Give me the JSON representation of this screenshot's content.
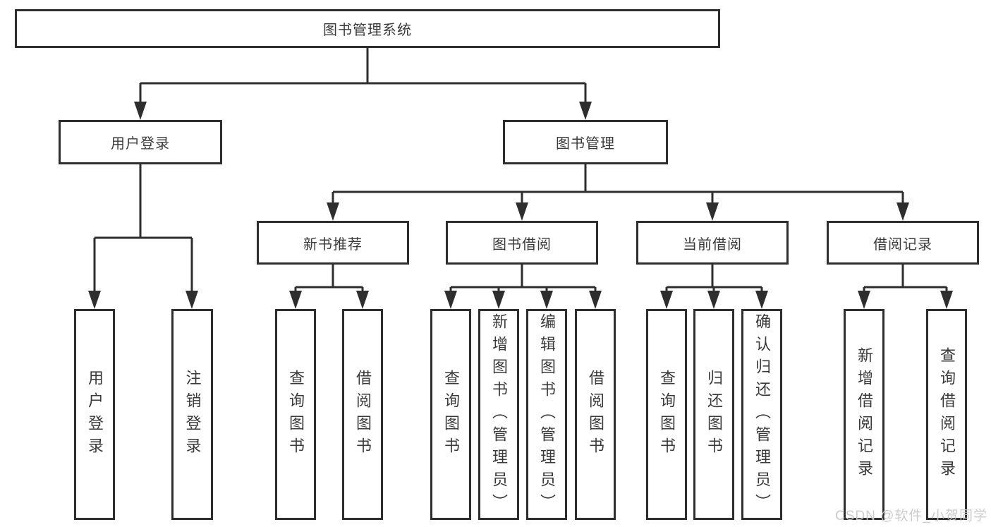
{
  "diagram_title": "图书管理系统",
  "colors": {
    "line": "#2e2e2e",
    "node_border": "#2e2e2e",
    "node_text": "#3a3a3a",
    "background": "#ffffff",
    "watermark_text_color": "#c9c9c9"
  },
  "watermark": {
    "text": "CSDN @软件_小贺同学"
  },
  "tree": {
    "label": "图书管理系统",
    "children": [
      {
        "label": "用户登录",
        "children": [
          {
            "label": "用户登录"
          },
          {
            "label": "注销登录"
          }
        ]
      },
      {
        "label": "图书管理",
        "children": [
          {
            "label": "新书推荐",
            "children": [
              {
                "label": "查询图书"
              },
              {
                "label": "借阅图书"
              }
            ]
          },
          {
            "label": "图书借阅",
            "children": [
              {
                "label": "查询图书"
              },
              {
                "label": "新增图书（管理员）"
              },
              {
                "label": "编辑图书（管理员）"
              },
              {
                "label": "借阅图书"
              }
            ]
          },
          {
            "label": "当前借阅",
            "children": [
              {
                "label": "查询图书"
              },
              {
                "label": "归还图书"
              },
              {
                "label": "确认归还（管理员）"
              }
            ]
          },
          {
            "label": "借阅记录",
            "children": [
              {
                "label": "新增借阅记录"
              },
              {
                "label": "查询借阅记录"
              }
            ]
          }
        ]
      }
    ]
  }
}
